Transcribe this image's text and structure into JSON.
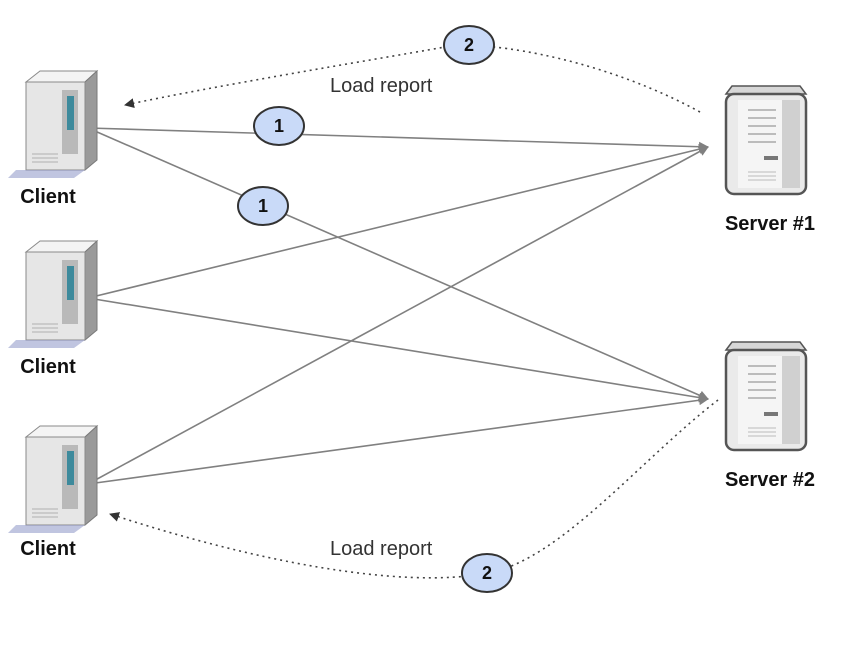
{
  "nodes": {
    "client_1": {
      "label": "Client",
      "icon": "client-server-icon"
    },
    "client_2": {
      "label": "Client",
      "icon": "client-server-icon"
    },
    "client_3": {
      "label": "Client",
      "icon": "client-server-icon"
    },
    "server_1": {
      "label": "Server #1",
      "icon": "server-icon"
    },
    "server_2": {
      "label": "Server #2",
      "icon": "server-icon"
    }
  },
  "edges": {
    "load_report_top": "Load report",
    "load_report_bottom": "Load report"
  },
  "badges": {
    "step_1a": "1",
    "step_1b": "1",
    "step_2a": "2",
    "step_2b": "2"
  },
  "colors": {
    "line": "#808080",
    "dotted_line": "#444444",
    "badge_fill": "#c9daf8",
    "badge_stroke": "#333333",
    "tower_light": "#eeeeee",
    "tower_dark": "#9e9e9e",
    "tower_accent": "#4e8c9a"
  }
}
